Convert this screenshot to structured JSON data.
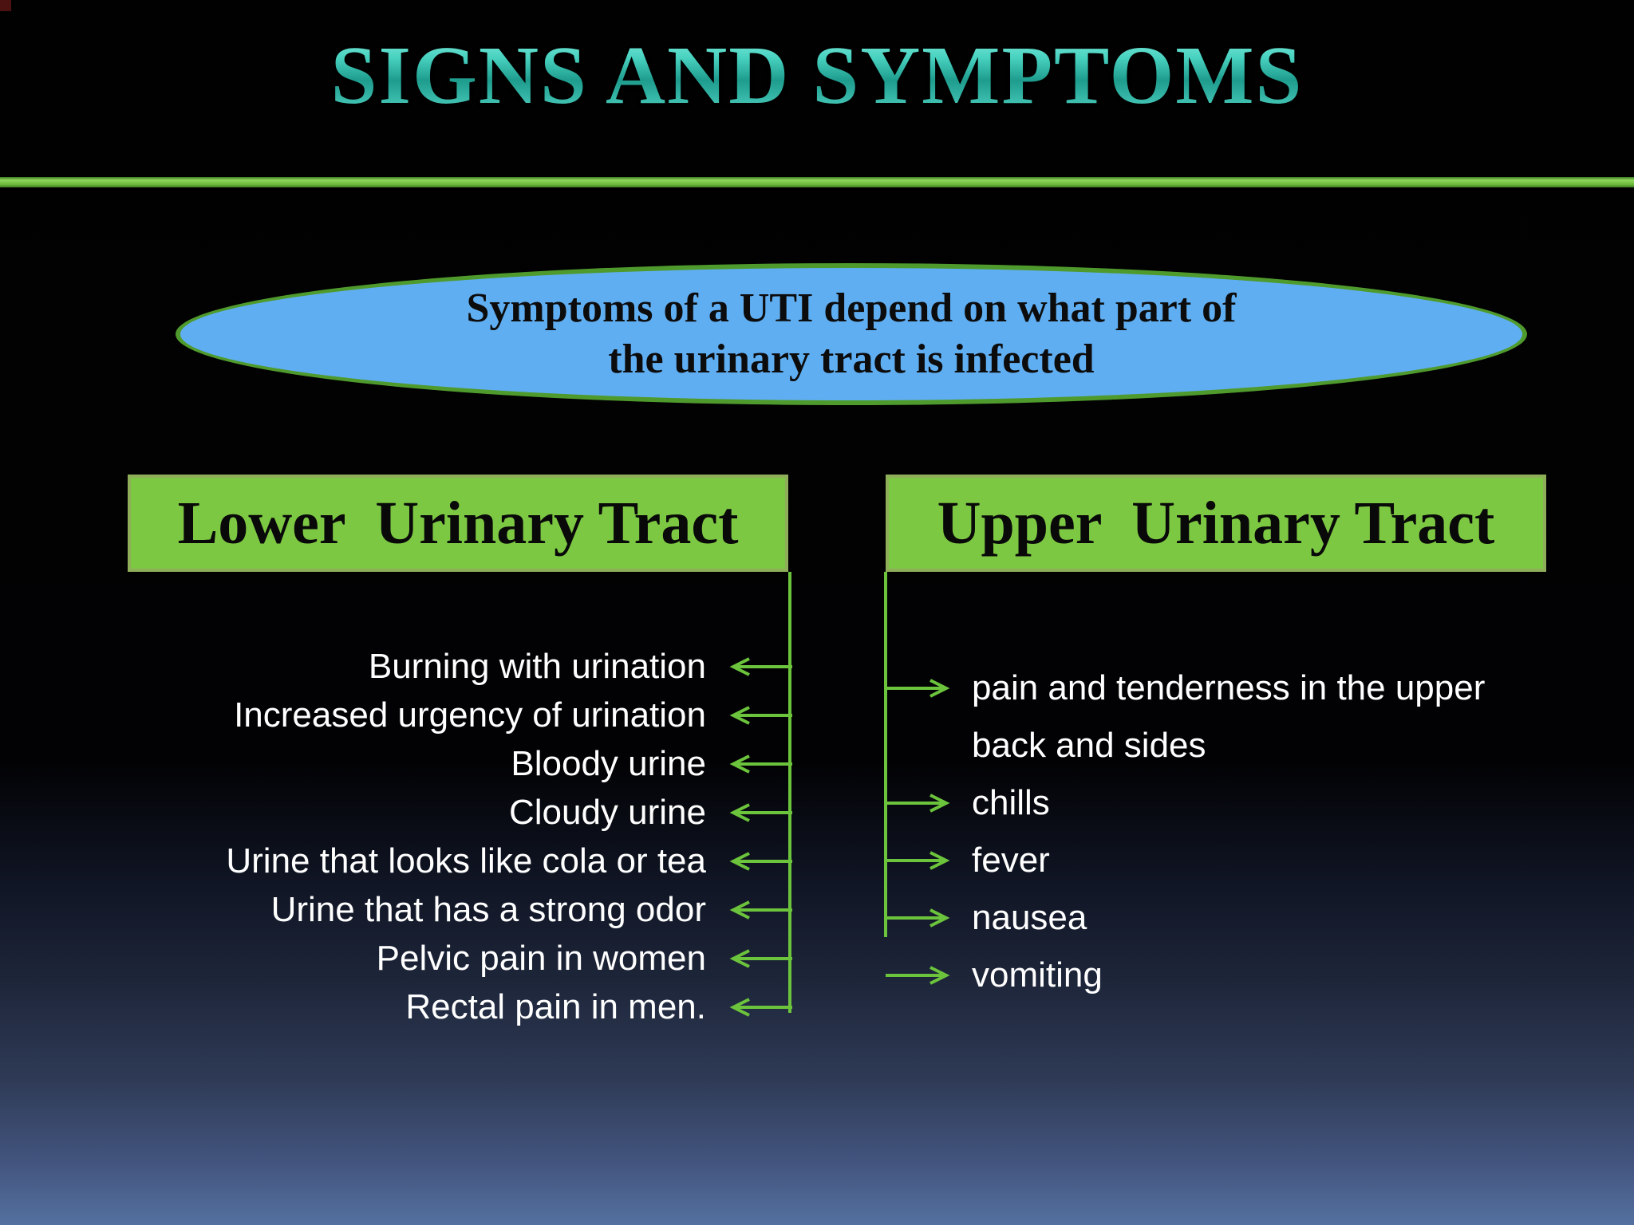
{
  "slide": {
    "title": "SIGNS AND SYMPTOMS",
    "banner": {
      "line1": "Symptoms of a UTI depend on what part of",
      "line2": "the urinary tract is infected"
    },
    "left_column": {
      "header": "Lower  Urinary Tract",
      "items": [
        "Burning with urination",
        "Increased urgency of urination",
        "Bloody urine",
        "Cloudy urine",
        "Urine that looks like cola or tea",
        "Urine that has a strong odor",
        "Pelvic pain in women",
        "Rectal pain in men."
      ]
    },
    "right_column": {
      "header": "Upper  Urinary Tract",
      "items": [
        "pain and tenderness in the upper back and sides",
        "chills",
        "fever",
        "nausea",
        "vomiting"
      ]
    },
    "colors": {
      "title_teal": "#49d2c0",
      "accent_green": "#6cc33c",
      "box_green": "#7dc843",
      "box_border_green": "#8fae5a",
      "ellipse_blue": "#60aef2",
      "ellipse_border_green": "#4f9a2d",
      "background_top": "#010101",
      "background_bottom": "#54719f"
    }
  }
}
